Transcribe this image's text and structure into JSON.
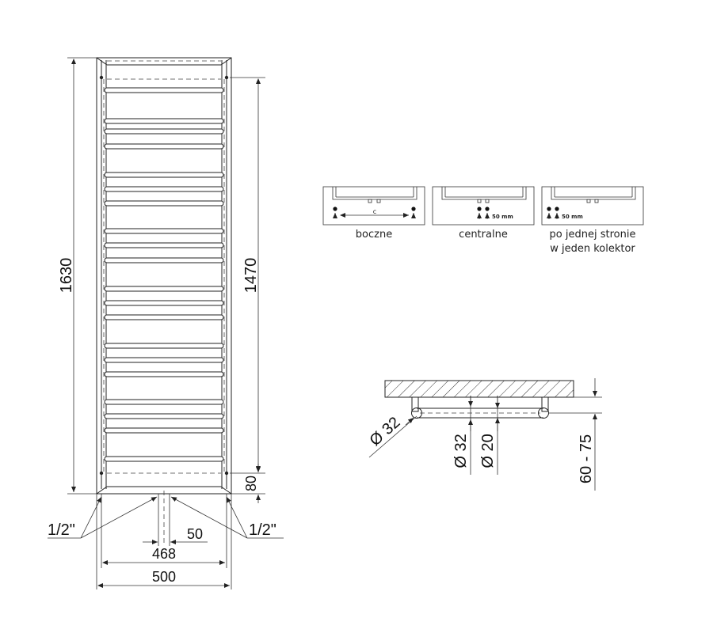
{
  "radiator_front": {
    "dimensions": {
      "total_height": "1630",
      "spacing_height": "1470",
      "bottom_offset": "80",
      "inner_width": "468",
      "center_gap": "50",
      "total_width": "500",
      "thread_left": "1/2\"",
      "thread_right": "1/2\""
    }
  },
  "connections": [
    {
      "label": "boczne",
      "inner_mark": "c"
    },
    {
      "label": "centralne",
      "inner_mark": "50 mm"
    },
    {
      "label_line1": "po jednej stronie",
      "label_line2": "w jeden kolektor",
      "inner_mark": "50 mm"
    }
  ],
  "side_view": {
    "collector_diameter": "Ø 32",
    "tube_diameter_1": "Ø 32",
    "tube_diameter_2": "Ø 20",
    "wall_distance": "60 - 75"
  }
}
